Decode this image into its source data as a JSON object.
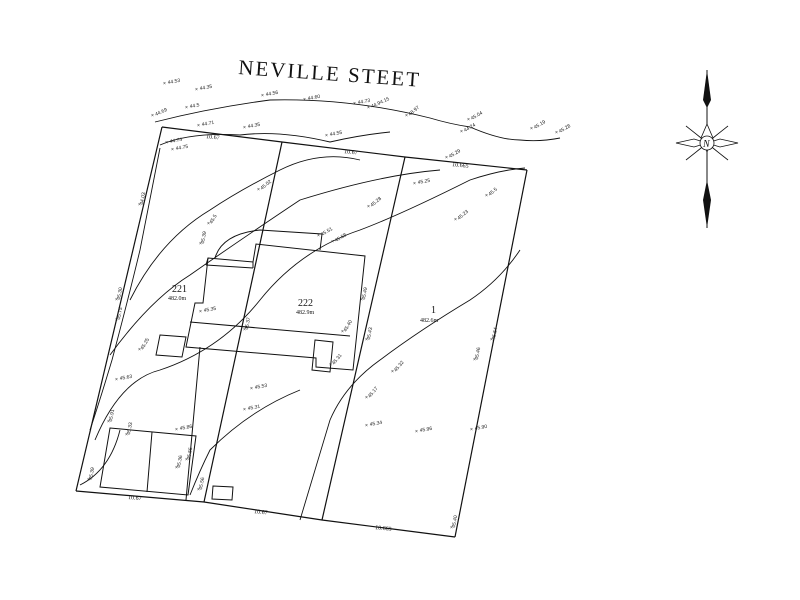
{
  "street_name": "NEVILLE STEET",
  "lots": [
    {
      "number": "221",
      "area": "482.0m"
    },
    {
      "number": "222",
      "area": "482.9m"
    },
    {
      "number": "1",
      "area": "482.6m"
    }
  ],
  "dimensions": {
    "front_left": "10.67",
    "front_mid": "10.67",
    "front_right": "10.665",
    "rear_left": "10.67",
    "rear_mid": "10.67",
    "rear_right": "10.665"
  },
  "spot_levels": [
    "44.53",
    "44.35",
    "44.56",
    "44.60",
    "44.73",
    "44.94.15",
    "48.97",
    "45.04",
    "45.19",
    "45.28",
    "44.69",
    "44.5",
    "44.71",
    "44.35",
    "44.55",
    "44.24",
    "44.74",
    "44.75",
    "44.03",
    "45.29",
    "45.25",
    "45.28",
    "45.5",
    "45.23",
    "45.02",
    "45.5",
    "45.58",
    "45.51",
    "45.39",
    "45.49",
    "45.40",
    "45.35",
    "45.30",
    "45.75",
    "45.25",
    "45.37",
    "45.31",
    "45.32",
    "45.17",
    "45.63",
    "45.53",
    "45.31",
    "45.91",
    "45.86",
    "45.90",
    "45.34",
    "45.96",
    "45.55",
    "45.39",
    "45.56",
    "45.43",
    "45.46",
    "45.54",
    "45.40",
    "45.36",
    "45.33"
  ],
  "compass": {
    "letter": "N"
  }
}
